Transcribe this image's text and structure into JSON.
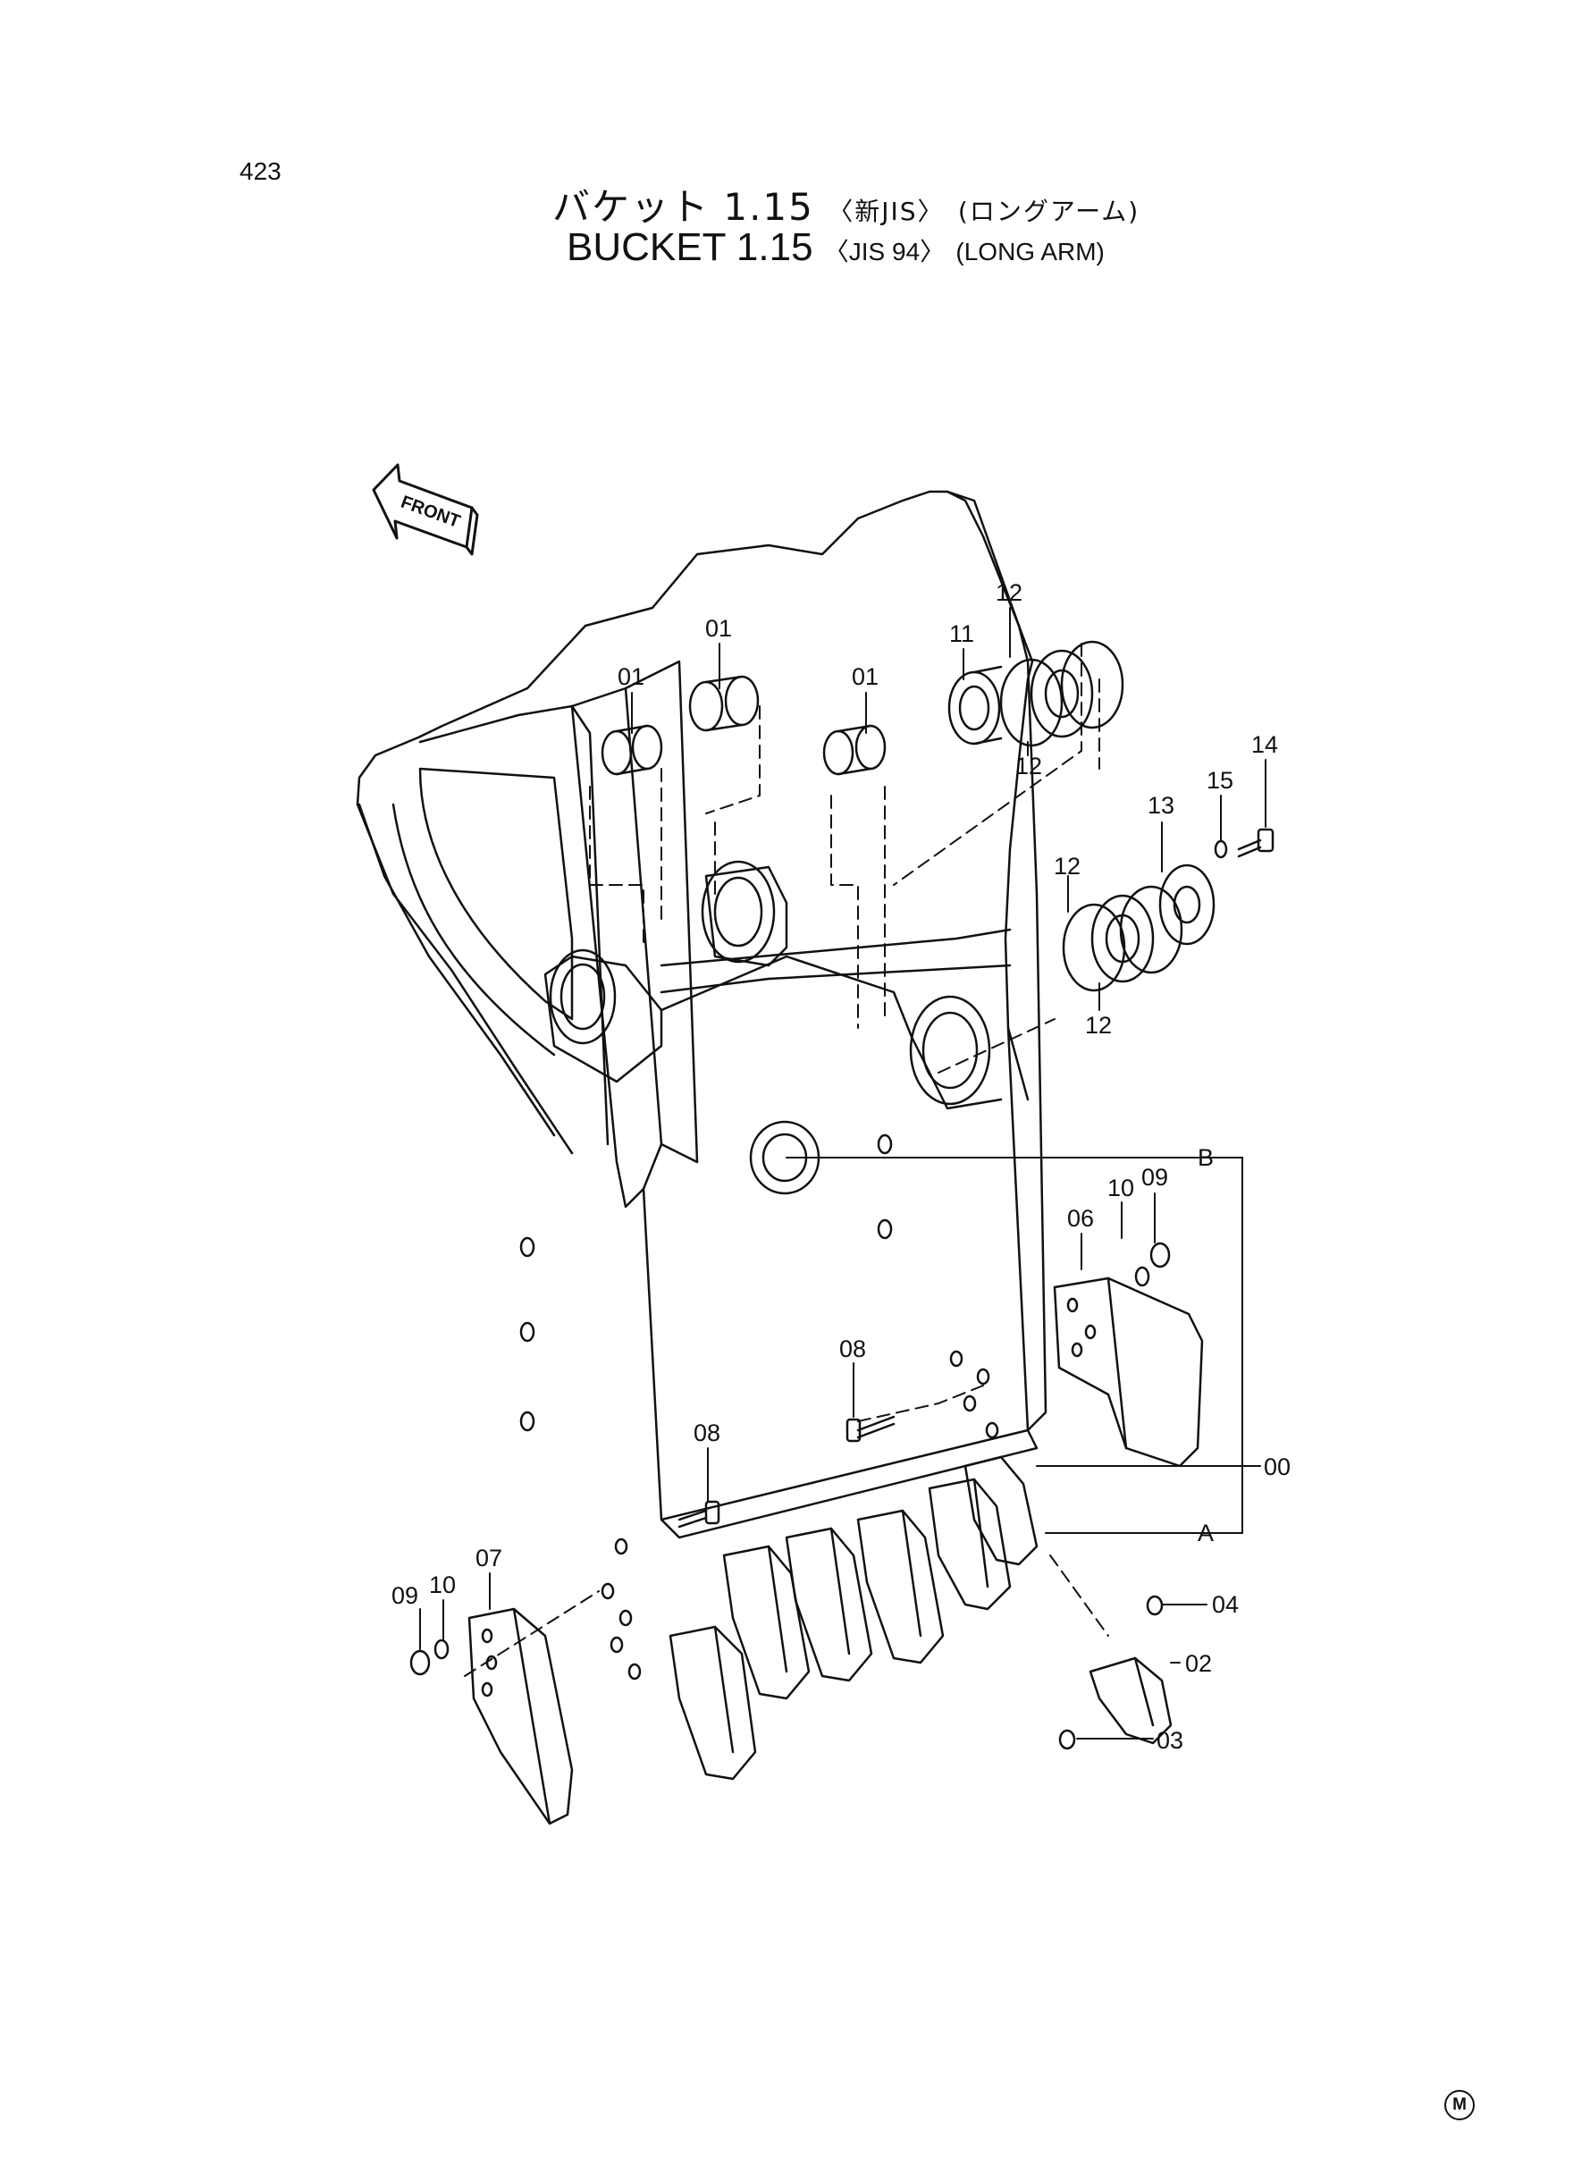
{
  "page_number": "423",
  "title": {
    "jp_main": "バケット 1.15",
    "jp_sub1": "〈新JIS〉",
    "jp_sub2": "(ロングアーム)",
    "en_main": "BUCKET 1.15",
    "en_sub1": "〈JIS 94〉",
    "en_sub2": "(LONG ARM)"
  },
  "front_arrow": "FRONT",
  "labels": {
    "p01a": "01",
    "p01b": "01",
    "p01c": "01",
    "p11": "11",
    "p12a": "12",
    "p12b": "12",
    "p12c": "12",
    "p12d": "12",
    "p13": "13",
    "p14": "14",
    "p15": "15",
    "pB": "B",
    "pA": "A",
    "p00": "00",
    "p06": "06",
    "p10a": "10",
    "p09a": "09",
    "p08a": "08",
    "p08b": "08",
    "p07": "07",
    "p09b": "09",
    "p10b": "10",
    "p04": "04",
    "p02": "02",
    "p03": "03"
  },
  "mark": "M"
}
